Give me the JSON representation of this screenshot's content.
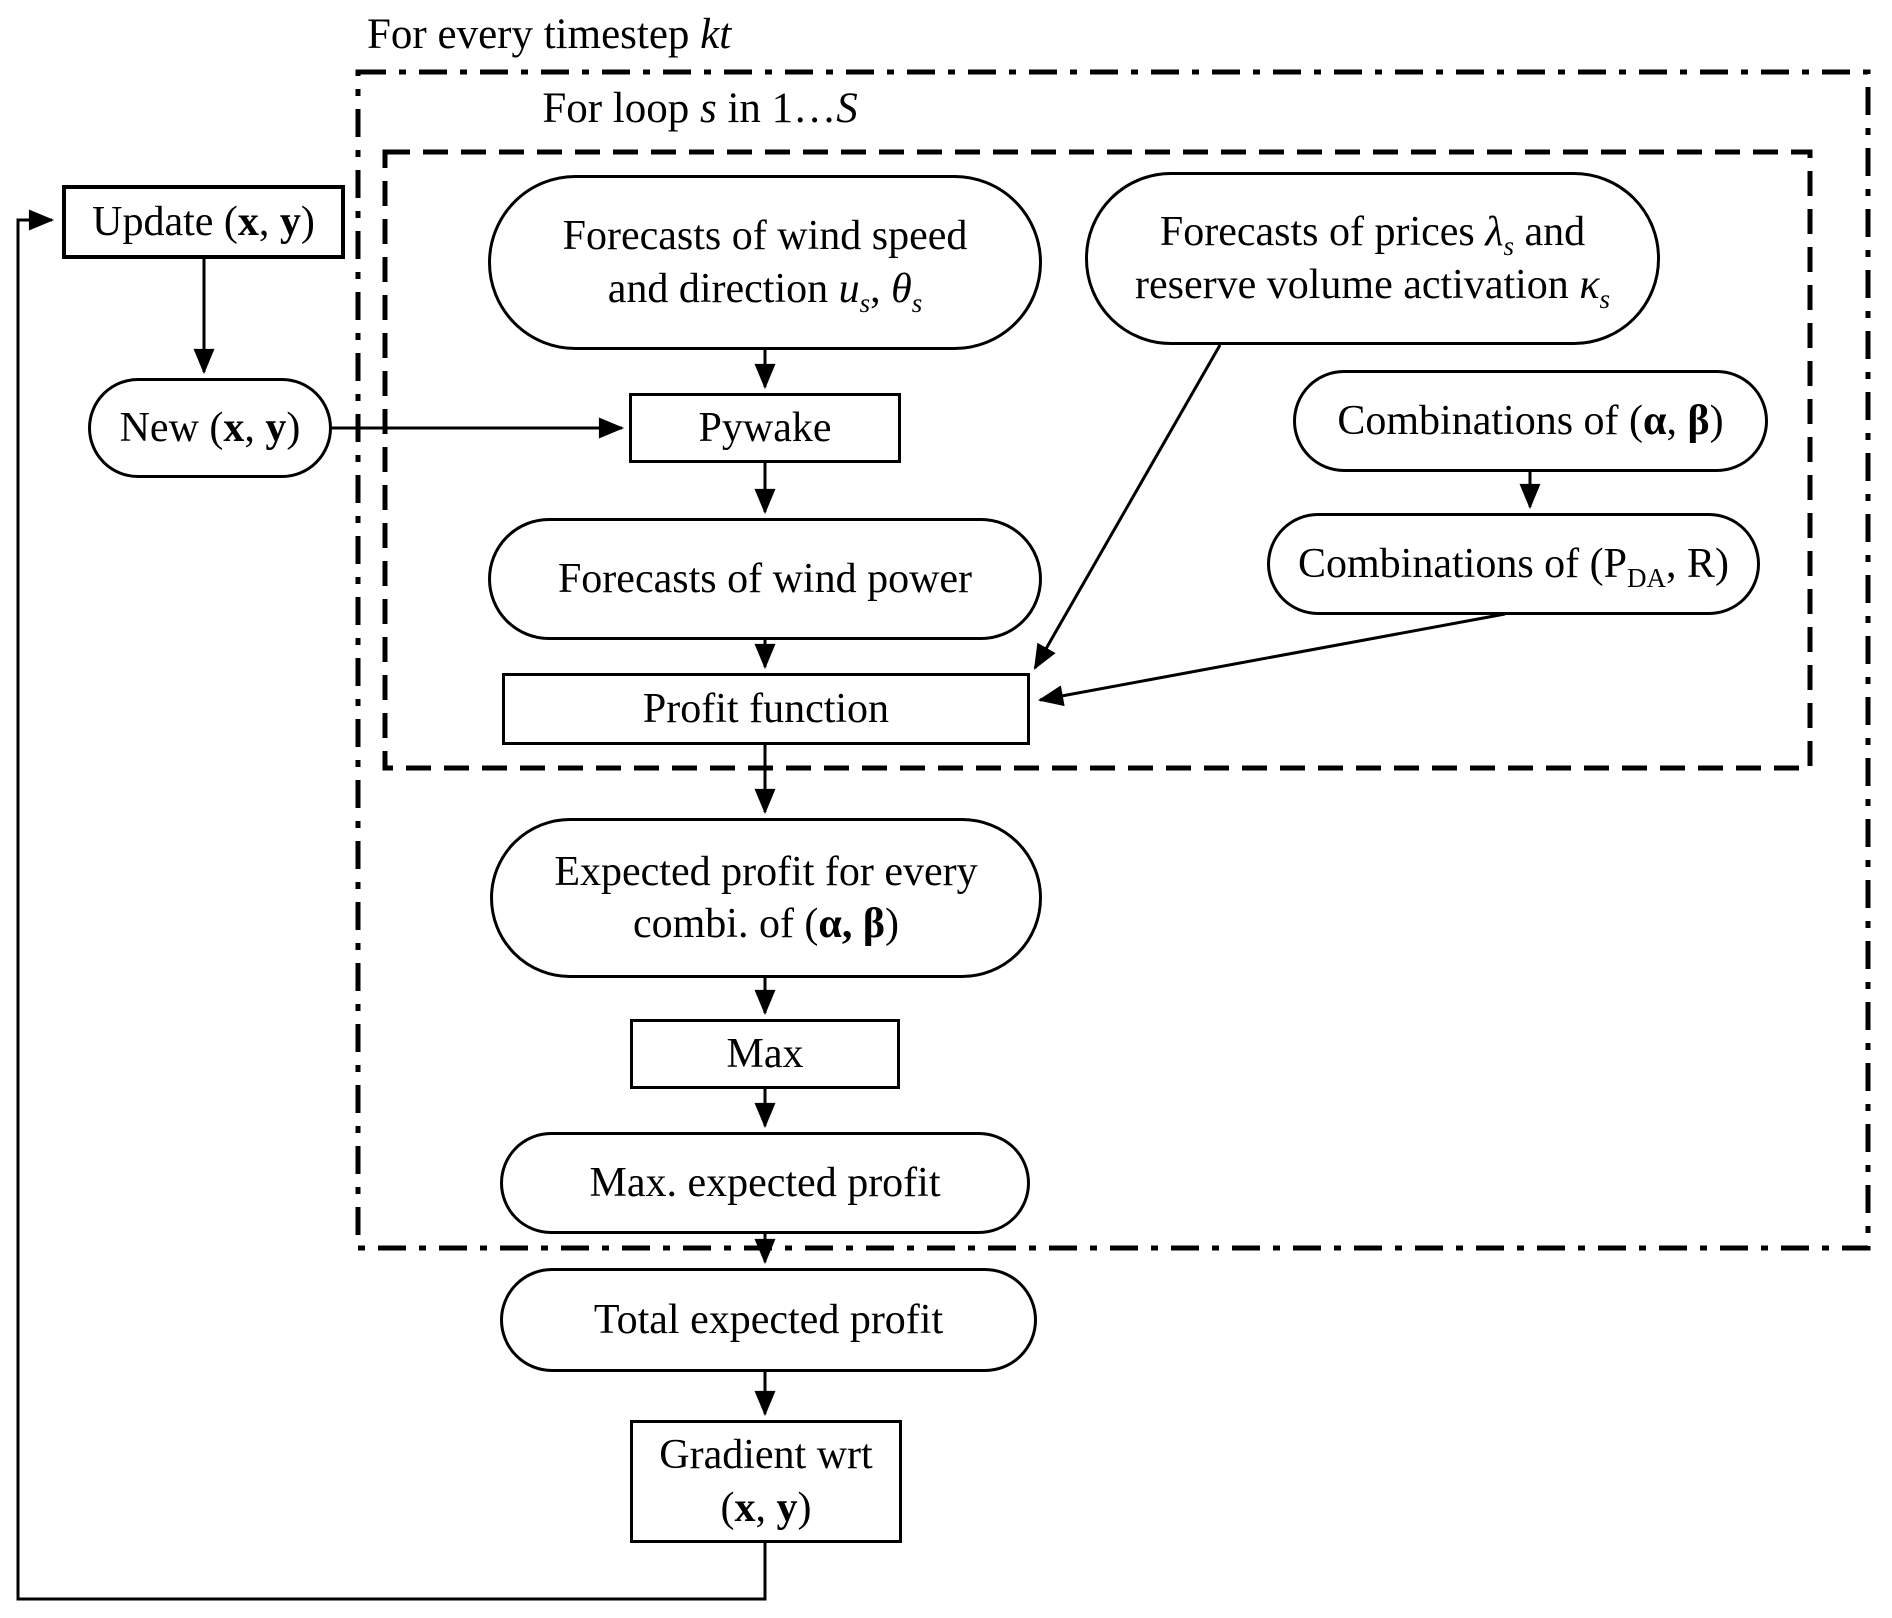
{
  "diagram": {
    "colors": {
      "stroke": "#000000",
      "background": "#ffffff"
    },
    "labels": {
      "outer": {
        "pre": "For every timestep ",
        "kt": "kt"
      },
      "inner": {
        "pre": "For loop ",
        "s": "s",
        "mid": " in 1…",
        "S": "S"
      }
    },
    "nodes": {
      "update": {
        "pre": "Update (",
        "x": "x",
        "sep": ", ",
        "y": "y",
        "post": ")"
      },
      "new_xy": {
        "pre": "New (",
        "x": "x",
        "sep": ", ",
        "y": "y",
        "post": ")"
      },
      "wind_speed": {
        "line1": "Forecasts of wind speed",
        "line2_pre": "and direction ",
        "u": "u",
        "u_sub": "s",
        "sep": ", ",
        "theta": "θ",
        "theta_sub": "s"
      },
      "pywake": {
        "label": "Pywake"
      },
      "wind_power": {
        "label": "Forecasts of wind power"
      },
      "prices": {
        "line1_pre": "Forecasts of prices ",
        "lambda": "λ",
        "lambda_sub": "s",
        "line1_post": " and",
        "line2_pre": "reserve volume activation ",
        "kappa": "κ",
        "kappa_sub": "s"
      },
      "combo_ab": {
        "pre": "Combinations of (",
        "alpha": "α",
        "sep": ", ",
        "beta": "β",
        "post": ")"
      },
      "combo_pda": {
        "pre": "Combinations of (",
        "p": "P",
        "p_sub": "DA",
        "sep": ", ",
        "r": "R",
        "post": ")"
      },
      "profit": {
        "label": "Profit function"
      },
      "expected": {
        "line1": "Expected profit for every",
        "line2_pre": "combi. of (",
        "alpha": "α",
        "sep": ", ",
        "beta": "β",
        "post": ")"
      },
      "max": {
        "label": "Max"
      },
      "max_expected": {
        "label": "Max. expected profit"
      },
      "total": {
        "label": "Total expected profit"
      },
      "gradient": {
        "line1": "Gradient wrt",
        "line2_pre": "(",
        "x": "x",
        "sep": ", ",
        "y": "y",
        "post": ")"
      }
    }
  }
}
